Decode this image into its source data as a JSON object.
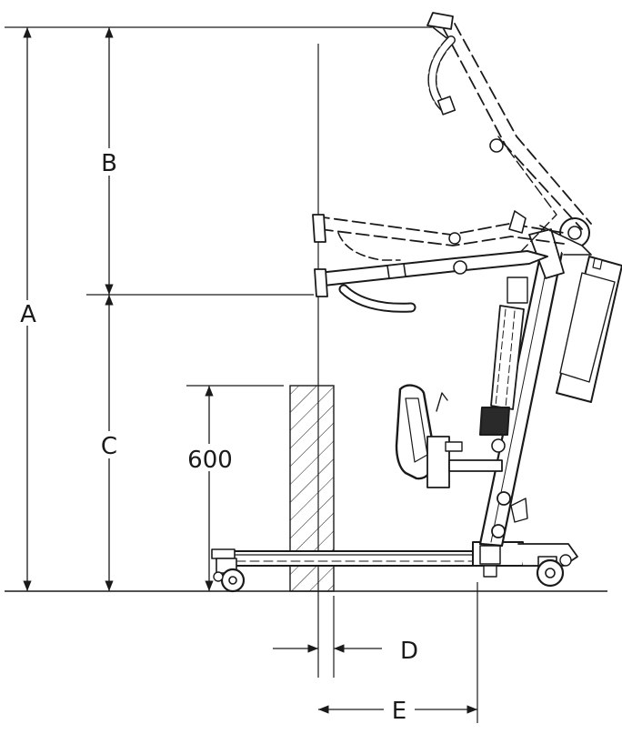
{
  "dimensions": {
    "a": "A",
    "b": "B",
    "c": "C",
    "d": "D",
    "e": "E",
    "height_600": "600"
  }
}
